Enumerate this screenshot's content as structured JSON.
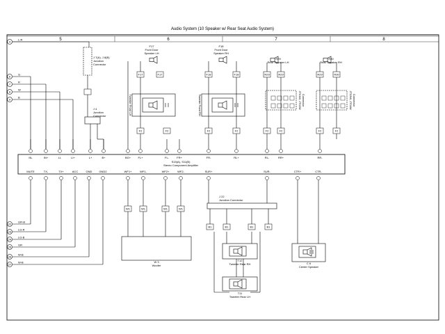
{
  "title": "Audio System (10 Speaker w/ Rear Seat Audio System)",
  "columns": [
    "5",
    "6",
    "7",
    "8"
  ],
  "left_connectors": [
    {
      "num": "4",
      "label": "L-R"
    },
    {
      "num": "6",
      "label": "G"
    },
    {
      "num": "7",
      "label": "R"
    },
    {
      "num": "8",
      "label": "W"
    },
    {
      "num": "9",
      "label": "B"
    },
    {
      "num": "22",
      "label": "GR-B"
    },
    {
      "num": "23",
      "label": "LG-R"
    },
    {
      "num": "24",
      "label": "LG-B"
    },
    {
      "num": "25",
      "label": "GR"
    },
    {
      "num": "26",
      "label": "W-B"
    },
    {
      "num": "27",
      "label": "W-B"
    }
  ],
  "junction": {
    "title": "J 7(A), J 8(B)\nJunction\nConnector",
    "j4": "J 4\nJunction\nConnector",
    "j22": "J 22\nJunction Connector"
  },
  "amp": {
    "ref": "S15(A), S11(B)",
    "name": "Stereo Component Amplifier",
    "top_pins": [
      "IN-",
      "IN+",
      "LI-",
      "LI+",
      "L+",
      "B+",
      "BG+",
      "FL+",
      "FL-",
      "FR+",
      "FR-",
      "RL+",
      "RL-",
      "RR+",
      "RR-"
    ],
    "bottom_pins": [
      "MUTE",
      "TX-",
      "TX+",
      "ACC",
      "GND",
      "GND2",
      "WF1+",
      "WF1-",
      "WF2+",
      "WF2-",
      "SUR+",
      "SUR-",
      "CTR+",
      "CTR-"
    ]
  },
  "speakers": [
    {
      "ref": "F17",
      "name": "Front Door\nSpeaker LH"
    },
    {
      "ref": "F18",
      "name": "Front Door\nSpeaker RH"
    },
    {
      "ref": "R29",
      "name": "Rear Speaker LH"
    },
    {
      "ref": "R30",
      "name": "Rear Speaker RH"
    },
    {
      "ref": "W 3",
      "name": "Woofer"
    },
    {
      "ref": "T12",
      "name": "Tweeter Rear RH"
    },
    {
      "ref": "T11",
      "name": "Tweeter Rear LH"
    },
    {
      "ref": "C 6",
      "name": "Center Speaker"
    }
  ],
  "side_labels": {
    "front_lh": "Tweeter Front LH",
    "front_rh": "Tweeter Front RH",
    "rear_lh": "JT01W, JT02W\nConnector",
    "rear_rh": "JT03W, JT04W\nConnector"
  }
}
